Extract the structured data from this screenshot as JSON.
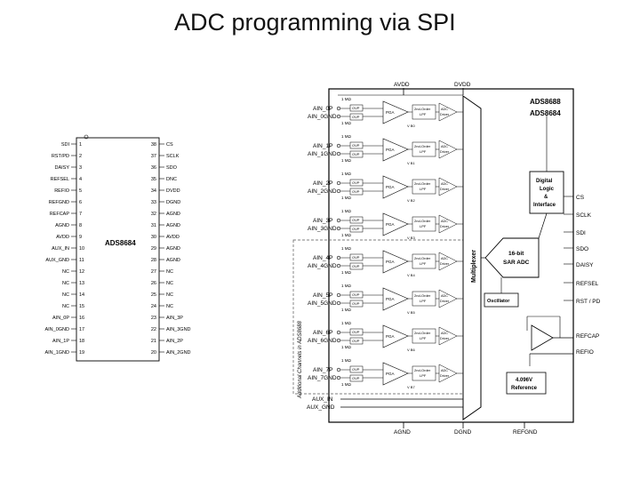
{
  "slide": {
    "title": "ADC programming via SPI"
  },
  "chip": {
    "name": "ADS8684",
    "left_pins": [
      {
        "num": "1",
        "label": "SDI"
      },
      {
        "num": "2",
        "label": "RST/PD"
      },
      {
        "num": "3",
        "label": "DAISY"
      },
      {
        "num": "4",
        "label": "REFSEL"
      },
      {
        "num": "5",
        "label": "REFIO"
      },
      {
        "num": "6",
        "label": "REFGND"
      },
      {
        "num": "7",
        "label": "REFCAP"
      },
      {
        "num": "8",
        "label": "AGND"
      },
      {
        "num": "9",
        "label": "AVDD"
      },
      {
        "num": "10",
        "label": "AUX_IN"
      },
      {
        "num": "11",
        "label": "AUX_GND"
      },
      {
        "num": "12",
        "label": "NC"
      },
      {
        "num": "13",
        "label": "NC"
      },
      {
        "num": "14",
        "label": "NC"
      },
      {
        "num": "15",
        "label": "NC"
      },
      {
        "num": "16",
        "label": "AIN_0P"
      },
      {
        "num": "17",
        "label": "AIN_0GND"
      },
      {
        "num": "18",
        "label": "AIN_1P"
      },
      {
        "num": "19",
        "label": "AIN_1GND"
      }
    ],
    "right_pins": [
      {
        "num": "38",
        "label": "CS"
      },
      {
        "num": "37",
        "label": "SCLK"
      },
      {
        "num": "36",
        "label": "SDO"
      },
      {
        "num": "35",
        "label": "DNC"
      },
      {
        "num": "34",
        "label": "DVDD"
      },
      {
        "num": "33",
        "label": "DGND"
      },
      {
        "num": "32",
        "label": "AGND"
      },
      {
        "num": "31",
        "label": "AGND"
      },
      {
        "num": "30",
        "label": "AVDD"
      },
      {
        "num": "29",
        "label": "AGND"
      },
      {
        "num": "28",
        "label": "AGND"
      },
      {
        "num": "27",
        "label": "NC"
      },
      {
        "num": "26",
        "label": "NC"
      },
      {
        "num": "25",
        "label": "NC"
      },
      {
        "num": "24",
        "label": "NC"
      },
      {
        "num": "23",
        "label": "AIN_3P"
      },
      {
        "num": "22",
        "label": "AIN_3GND"
      },
      {
        "num": "21",
        "label": "AIN_2P"
      },
      {
        "num": "20",
        "label": "AIN_2GND"
      }
    ]
  },
  "block": {
    "avdd": "AVDD",
    "dvdd": "DVDD",
    "part1": "ADS8688",
    "part2": "ADS8684",
    "channels": [
      {
        "p": "AIN_0P",
        "g": "AIN_0GND",
        "v": "V B0"
      },
      {
        "p": "AIN_1P",
        "g": "AIN_1GND",
        "v": "V B1"
      },
      {
        "p": "AIN_2P",
        "g": "AIN_2GND",
        "v": "V B2"
      },
      {
        "p": "AIN_3P",
        "g": "AIN_3GND",
        "v": "V B3"
      },
      {
        "p": "AIN_4P",
        "g": "AIN_4GND",
        "v": "V B4"
      },
      {
        "p": "AIN_5P",
        "g": "AIN_5GND",
        "v": "V B5"
      },
      {
        "p": "AIN_6P",
        "g": "AIN_6GND",
        "v": "V B6"
      },
      {
        "p": "AIN_7P",
        "g": "AIN_7GND",
        "v": "V B7"
      }
    ],
    "ovp": "OVP",
    "res": "1 MΩ",
    "pga": "PGA",
    "lpf1": "2nd-Order",
    "lpf2": "LPF",
    "drv1": "ADC",
    "drv2": "Driver",
    "mux": "Multiplexer",
    "additional": "Additional Channels in ADS8688",
    "adc1": "16-bit",
    "adc2": "SAR ADC",
    "dig1": "Digital",
    "dig2": "Logic",
    "dig3": "&",
    "dig4": "Interface",
    "osc": "Oscillator",
    "ref1": "4.096V",
    "ref2": "Reference",
    "aux_in": "AUX_IN",
    "aux_gnd": "AUX_GND",
    "agnd": "AGND",
    "dgnd": "DGND",
    "refgnd": "REFGND",
    "right_labels": [
      "CS",
      "SCLK",
      "SDI",
      "SDO",
      "DAISY",
      "REFSEL",
      "RST / PD",
      "REFCAP",
      "REFIO"
    ]
  }
}
